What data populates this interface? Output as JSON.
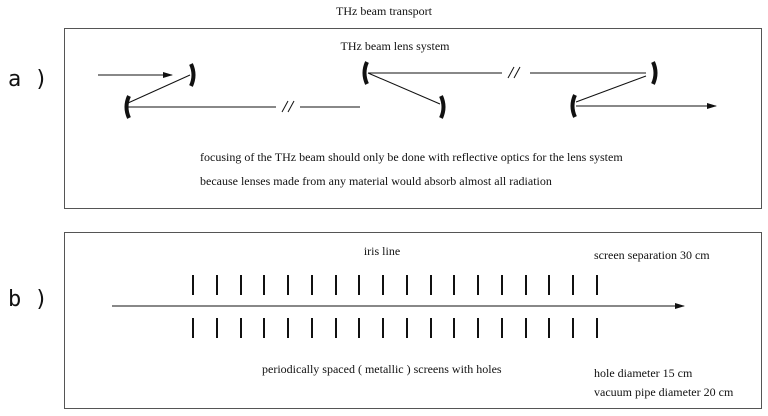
{
  "figure": {
    "title": "THz beam transport"
  },
  "panel_a": {
    "label": "a )",
    "heading": "THz beam lens system",
    "note_line1": "focusing of the THz beam should only be done with reflective optics for the lens system",
    "note_line2": "because lenses made from any material would absorb almost all radiation",
    "break_symbol": "//"
  },
  "panel_b": {
    "label": "b )",
    "heading": "iris line",
    "screen_separation": "screen separation 30 cm",
    "screens_caption": "periodically spaced ( metallic ) screens with holes",
    "hole_diameter": "hole diameter 15 cm",
    "pipe_diameter": "vacuum pipe diameter 20 cm",
    "screen_count": 18
  }
}
